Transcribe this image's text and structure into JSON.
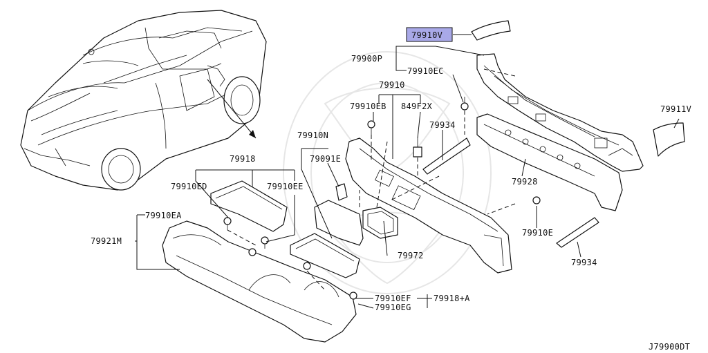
{
  "diagram_id": "J79900DT",
  "highlight_color": "#a9a9e8",
  "labels": {
    "p79910V": "79910V",
    "p79900P": "79900P",
    "p79910EC": "79910EC",
    "p79910": "79910",
    "p79910EB": "79910EB",
    "p849F2X": "849F2X",
    "p79934a": "79934",
    "p79911V": "79911V",
    "p79910N": "79910N",
    "p79091E": "79091E",
    "p79918": "79918",
    "p79910ED": "79910ED",
    "p79910EE": "79910EE",
    "p79928": "79928",
    "p79910EA": "79910EA",
    "p79921M": "79921M",
    "p79910E": "79910E",
    "p79972": "79972",
    "p79934b": "79934",
    "p79910EF": "79910EF",
    "p79918A": "79918+A",
    "p79910EG": "79910EG"
  }
}
